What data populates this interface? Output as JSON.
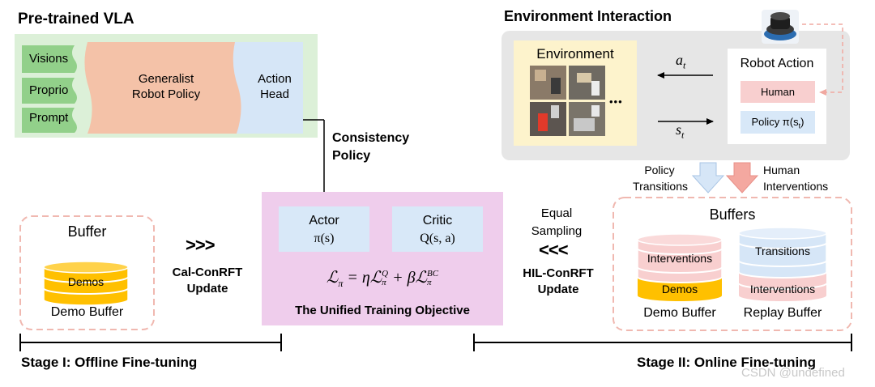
{
  "vla": {
    "title": "Pre-trained VLA",
    "inputs": [
      "Visions",
      "Proprio",
      "Prompt"
    ],
    "policy_line1": "Generalist",
    "policy_line2": "Robot Policy",
    "head_line1": "Action",
    "head_line2": "Head"
  },
  "consistency": {
    "line1": "Consistency",
    "line2": "Policy"
  },
  "env": {
    "title": "Environment Interaction",
    "environment_label": "Environment",
    "ellipsis": "•••",
    "action_symbol": "a",
    "action_sub": "t",
    "state_symbol": "s",
    "state_sub": "t",
    "robot_action_title": "Robot Action",
    "human_label": "Human",
    "policy_label": "Policy π(s",
    "policy_sub": "t",
    "policy_close": ")"
  },
  "transitions": {
    "policy_line1": "Policy",
    "policy_line2": "Transitions",
    "human_line1": "Human",
    "human_line2": "Interventions"
  },
  "offline": {
    "buffer_title": "Buffer",
    "demos": "Demos",
    "demo_buffer": "Demo Buffer",
    "arrows": ">>>",
    "update_line1": "Cal-ConRFT",
    "update_line2": "Update",
    "stage": "Stage I: Offline Fine-tuning"
  },
  "objective": {
    "actor_title": "Actor",
    "actor_math": "π(s)",
    "critic_title": "Critic",
    "critic_math": "Q(s, a)",
    "formula_lhs": "ℒ",
    "formula_lhs_sub": "π",
    "formula_eq": " = ηℒ",
    "formula_q_sup": "Q",
    "formula_q_sub": "π",
    "formula_plus": " + βℒ",
    "formula_bc_sup": "BC",
    "formula_bc_sub": "π",
    "caption": "The Unified Training Objective"
  },
  "online": {
    "equal_line1": "Equal",
    "equal_line2": "Sampling",
    "arrows": "<<<",
    "update_line1": "HIL-ConRFT",
    "update_line2": "Update",
    "buffers_title": "Buffers",
    "interventions": "Interventions",
    "demos": "Demos",
    "transitions": "Transitions",
    "replay_interventions": "Interventions",
    "demo_buffer": "Demo Buffer",
    "replay_buffer": "Replay Buffer",
    "stage": "Stage II: Online Fine-tuning"
  },
  "watermark": "CSDN @undefined",
  "colors": {
    "vla_bg": "#dcf0d8",
    "input_green": "#92d08a",
    "policy_salmon": "#f4c2a8",
    "head_blue": "#d6e6f7",
    "objective_pink": "#efcdec",
    "box_blue": "#d8e8f8",
    "env_gray": "#e6e6e6",
    "env_yellow": "#fdf3cc",
    "human_pink": "#f8cfcf",
    "dashed_pink": "#f0b8b0",
    "demo_gold": "#ffc000",
    "demo_pink": "#f8cfcf",
    "replay_blue": "#d6e6f7"
  }
}
